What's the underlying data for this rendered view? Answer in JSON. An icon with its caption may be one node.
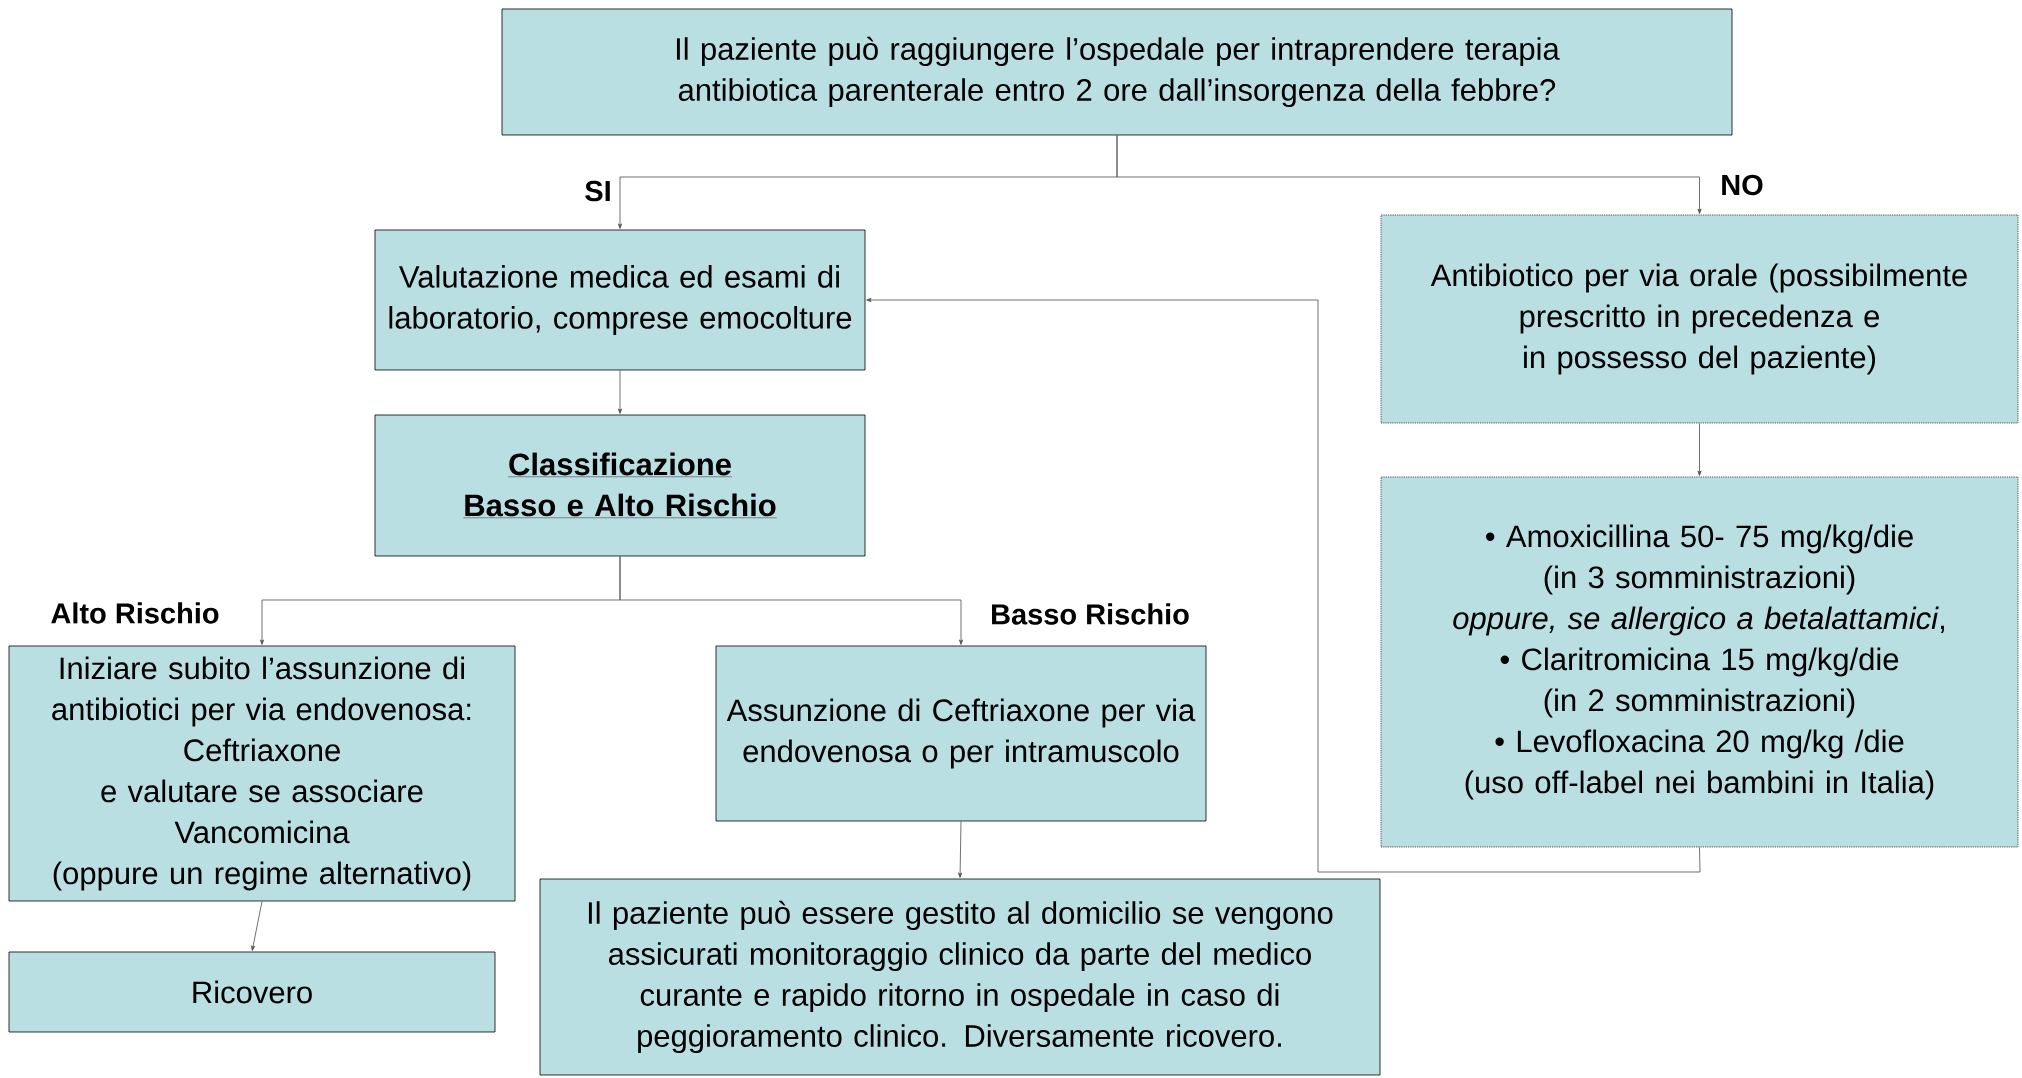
{
  "diagram": {
    "nodes": [
      {
        "text": [
          "Il paziente può raggiungere l’ospedale per intraprendere terapia antibiotica parenterale entro 2 ore dall’insorgenza della febbre?"
        ]
      },
      {
        "text": [
          "Valutazione medica ed esami di laboratorio, comprese emocolture"
        ]
      },
      {
        "text": [
          "Classificazione",
          "Basso e Alto Rischio"
        ]
      },
      {
        "text": [
          "Antibiotico per via orale (possibilmente prescritto in precedenza e in possesso del paziente)"
        ]
      },
      {
        "text": [
          "• Amoxicillina 50- 75 mg/kg/die  (in 3 somministrazioni)",
          "*oppure, se allergico a betalattamici*,",
          "• Claritromicina 15 mg/kg/die (in 2 somministrazioni)",
          "• Levofloxacina 20 mg/kg /die",
          "(uso off-label nei bambini in Italia)"
        ]
      },
      {
        "text": [
          "Iniziare subito l’assunzione di antibiotici per via endovenosa:",
          "Ceftriaxone",
          "e valutare se  associare",
          "Vancomicina",
          "(oppure un regime alternativo)"
        ]
      },
      {
        "text": [
          "Assunzione di Ceftriaxone per via endovenosa o per intramuscolo"
        ]
      },
      {
        "text": [
          "Ricovero"
        ]
      },
      {
        "text": [
          "Il paziente può essere gestito al domicilio se vengono assicurati monitoraggio clinico da parte del medico curante e rapido ritorno in ospedale in caso di peggioramento clinico. Diversamente ricovero."
        ]
      }
    ],
    "edges": [
      {
        "from": 0,
        "to": 1,
        "arrow": "to",
        "label": "SI"
      },
      {
        "from": 0,
        "to": 3,
        "arrow": "to",
        "label": "NO"
      },
      {
        "from": 1,
        "to": 2,
        "arrow": "to"
      },
      {
        "from": 2,
        "to": 5,
        "arrow": "to",
        "label": "Alto Rischio"
      },
      {
        "from": 2,
        "to": 6,
        "arrow": "to",
        "label": "Basso Rischio"
      },
      {
        "from": 5,
        "to": 7,
        "arrow": "to"
      },
      {
        "from": 6,
        "to": 8,
        "arrow": "to"
      },
      {
        "from": 3,
        "to": 4,
        "arrow": "to"
      },
      {
        "from": 4,
        "to": 1,
        "arrow": "to"
      }
    ]
  }
}
